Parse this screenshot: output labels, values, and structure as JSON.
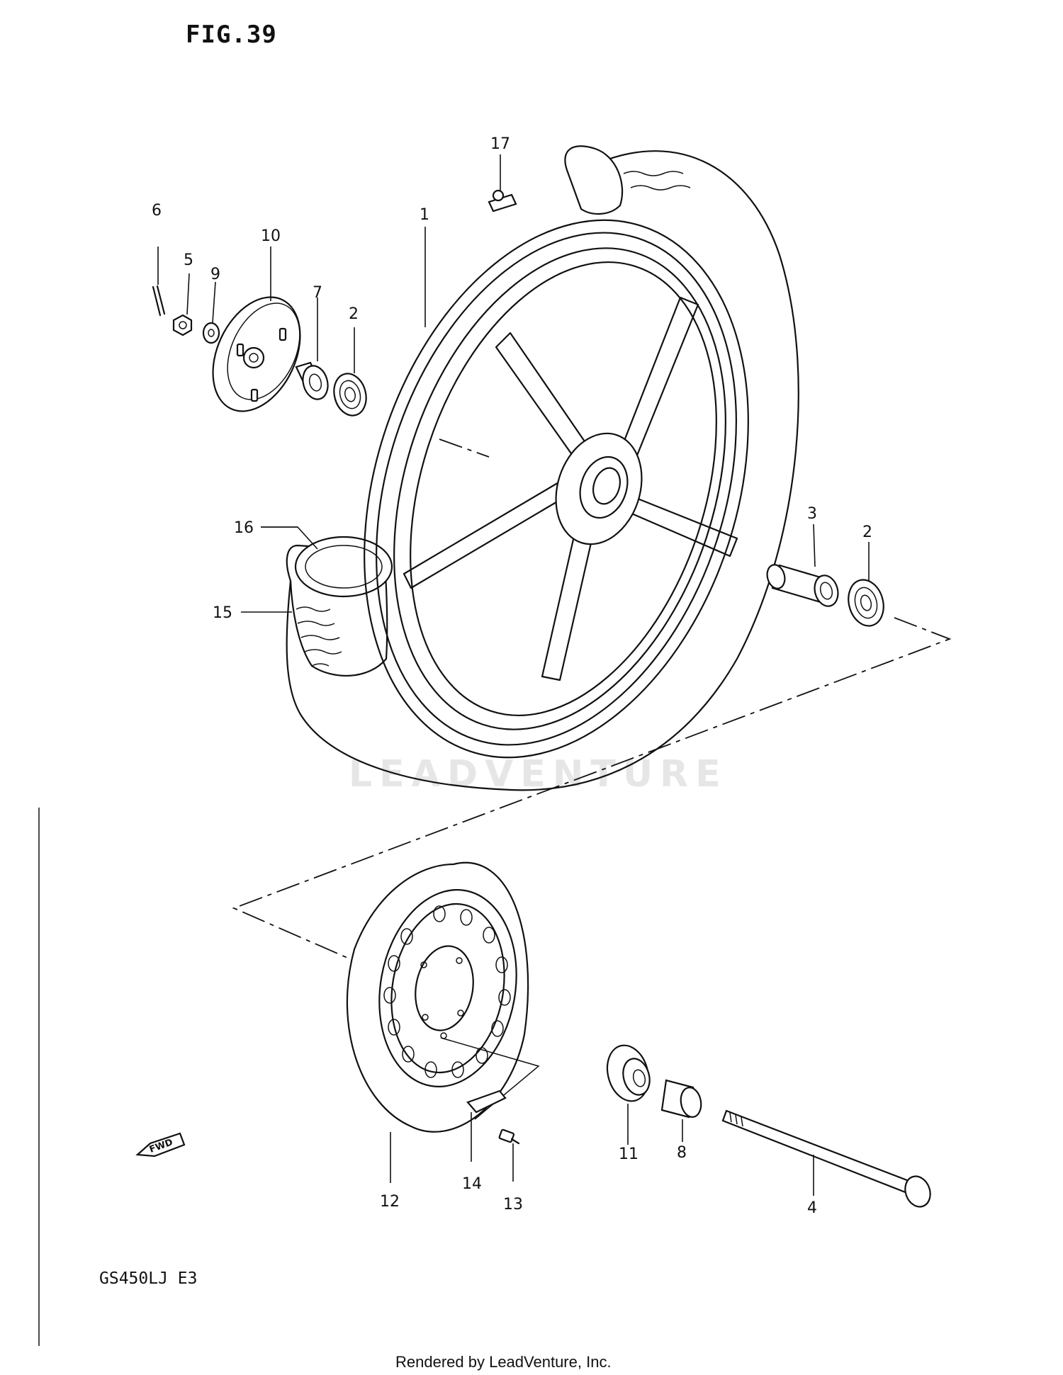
{
  "figure_title": "FIG.39",
  "model_code": "GS450LJ  E3",
  "watermark": "LEADVENTURE",
  "footer_credit": "Rendered by LeadVenture, Inc.",
  "direction_badge": "FWD",
  "callouts": {
    "c1": "1",
    "c2a": "2",
    "c2b": "2",
    "c3": "3",
    "c4": "4",
    "c5": "5",
    "c6": "6",
    "c7": "7",
    "c8": "8",
    "c9": "9",
    "c10": "10",
    "c11": "11",
    "c12": "12",
    "c13": "13",
    "c14": "14",
    "c15": "15",
    "c16": "16",
    "c17": "17"
  }
}
